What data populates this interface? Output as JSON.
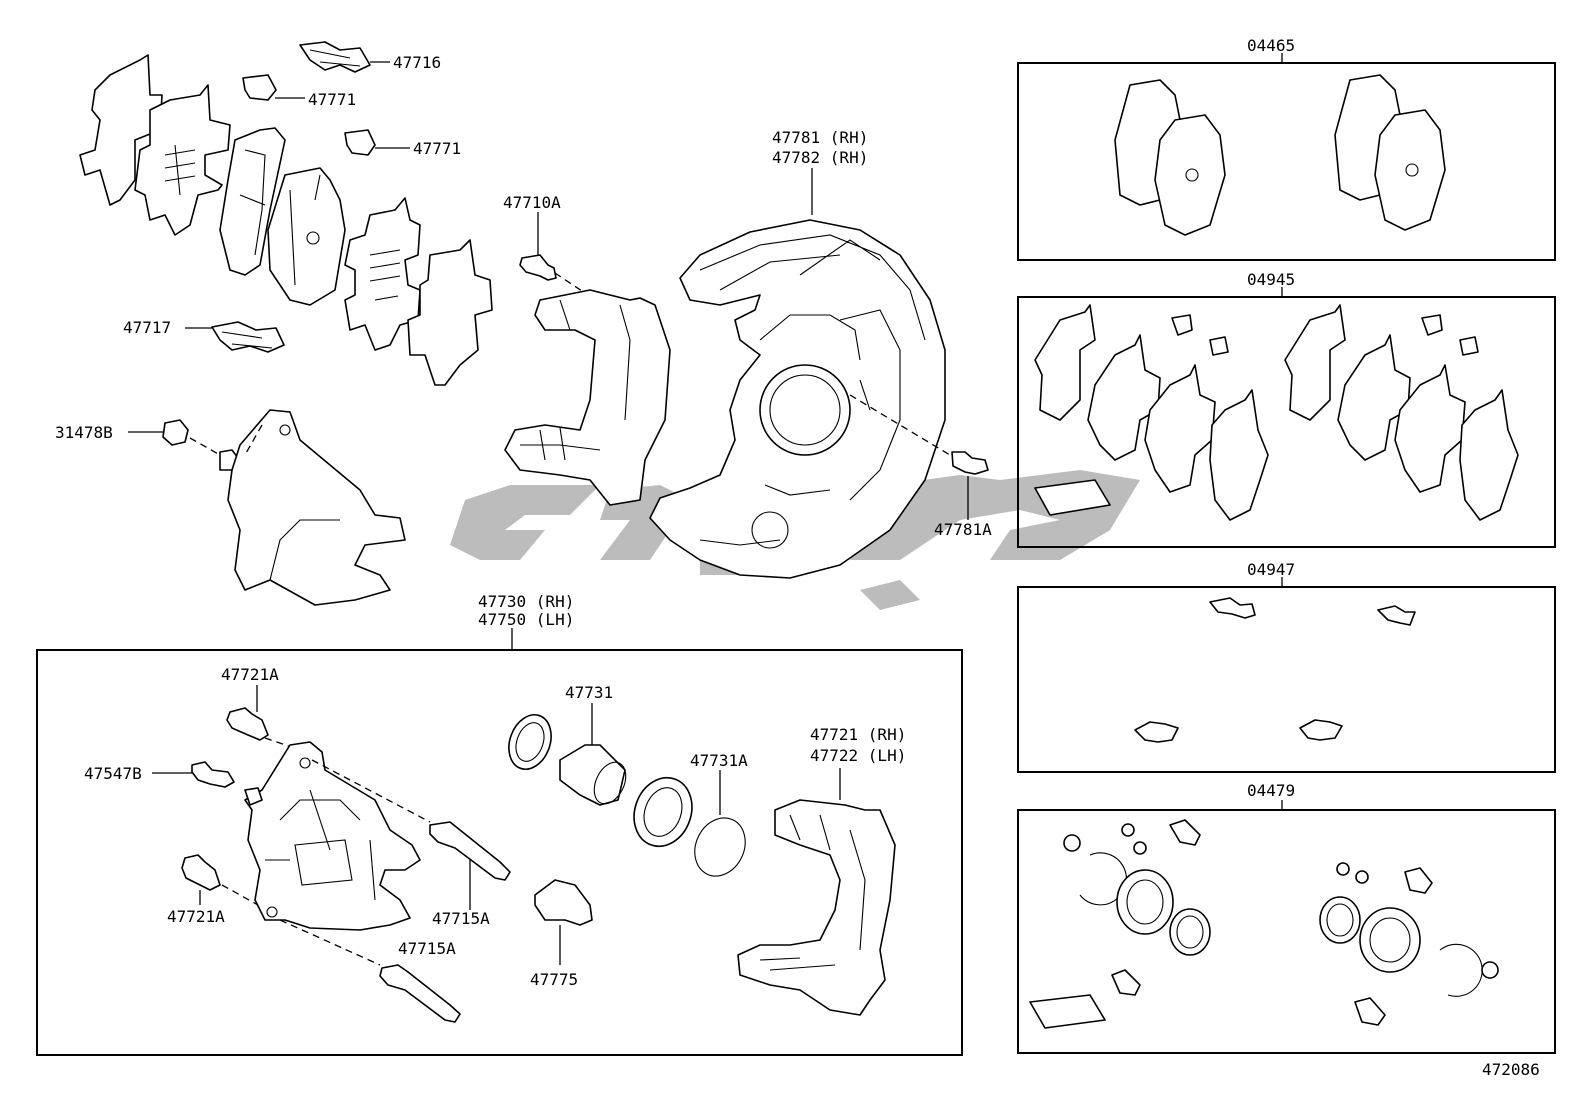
{
  "diagram_id": "472086",
  "colors": {
    "line": "#000000",
    "background": "#ffffff",
    "watermark": "#a9a9a9"
  },
  "labels": {
    "p47716": "47716",
    "p47771_a": "47771",
    "p47771_b": "47771",
    "p47717": "47717",
    "p31478B": "31478B",
    "p47710A": "47710A",
    "p47781_rh": "47781 (RH)",
    "p47782_rh": "47782 (RH)",
    "p47781A": "47781A",
    "p47730_rh": "47730 (RH)",
    "p47750_lh": "47750 (LH)",
    "p47721A_top": "47721A",
    "p47547B": "47547B",
    "p47721A_bottom": "47721A",
    "p47715A_a": "47715A",
    "p47715A_b": "47715A",
    "p47731": "47731",
    "p47731A": "47731A",
    "p47775": "47775",
    "p47721_rh": "47721 (RH)",
    "p47722_lh": "47722 (LH)"
  },
  "kits": {
    "k04465": "04465",
    "k04945": "04945",
    "k04947": "04947",
    "k04479": "04479"
  }
}
